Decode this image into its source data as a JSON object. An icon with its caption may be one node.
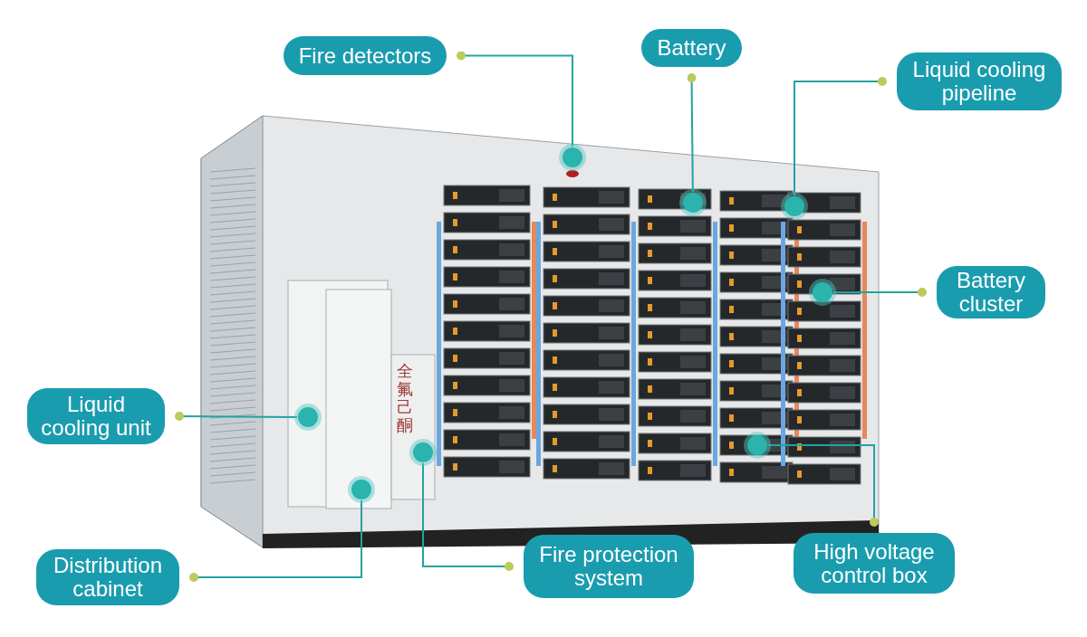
{
  "diagram": {
    "nodes": [
      {
        "text": [
          "Fire detectors"
        ]
      },
      {
        "text": [
          "Battery"
        ]
      },
      {
        "text": [
          "Liquid cooling pipeline"
        ]
      },
      {
        "text": [
          "Battery cluster"
        ]
      },
      {
        "text": [
          "Liquid cooling unit"
        ]
      },
      {
        "text": [
          "Distribution cabinet"
        ]
      },
      {
        "text": [
          "Fire protection system"
        ]
      },
      {
        "text": [
          "High voltage control box"
        ]
      },
      {
        "text": [],
        "shape": "circle"
      },
      {
        "text": [],
        "shape": "circle"
      },
      {
        "text": [],
        "shape": "circle"
      },
      {
        "text": [],
        "shape": "circle"
      },
      {
        "text": [],
        "shape": "circle"
      },
      {
        "text": [],
        "shape": "circle"
      },
      {
        "text": [],
        "shape": "circle"
      },
      {
        "text": [],
        "shape": "circle"
      }
    ],
    "edges": [
      {
        "from": 0,
        "to": 8,
        "arrow": "other"
      },
      {
        "from": 1,
        "to": 9,
        "arrow": "other"
      },
      {
        "from": 2,
        "to": 10,
        "arrow": "other"
      },
      {
        "from": 3,
        "to": 11,
        "arrow": "other"
      },
      {
        "from": 4,
        "to": 12,
        "arrow": "other"
      },
      {
        "from": 5,
        "to": 13,
        "arrow": "other"
      },
      {
        "from": 6,
        "to": 14,
        "arrow": "other"
      },
      {
        "from": 7,
        "to": 15,
        "arrow": "other"
      }
    ],
    "labels": [
      "全氟己酮"
    ]
  }
}
